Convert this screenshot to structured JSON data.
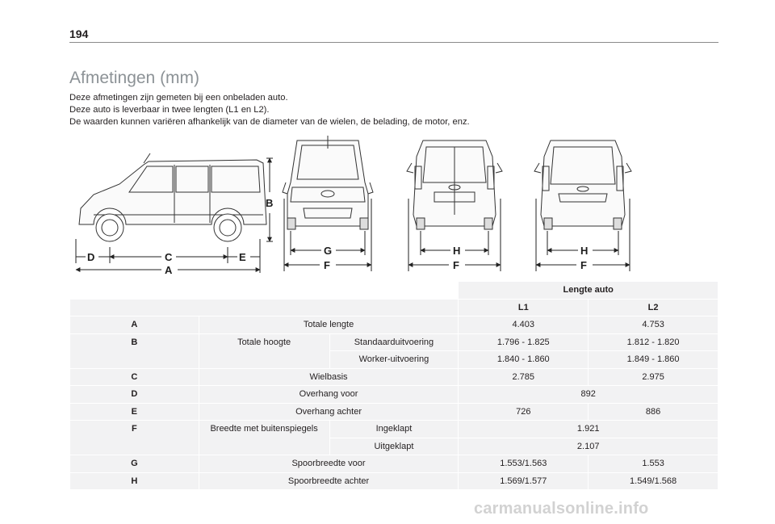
{
  "page": {
    "number": "194"
  },
  "title": "Afmetingen (mm)",
  "intro": [
    "Deze afmetingen zijn gemeten bij een onbeladen auto.",
    "Deze auto is leverbaar in twee lengten (L1 en L2).",
    "De waarden kunnen variëren afhankelijk van de diameter van de wielen, de belading, de motor, enz."
  ],
  "figure_labels": {
    "side": {
      "A": "A",
      "B": "B",
      "C": "C",
      "D": "D",
      "E": "E"
    },
    "front": {
      "G": "G",
      "F": "F"
    },
    "rear1": {
      "H": "H",
      "F": "F"
    },
    "rear2": {
      "H": "H",
      "F": "F"
    }
  },
  "table": {
    "header": "Lengte auto",
    "col_l1": "L1",
    "col_l2": "L2",
    "rows": {
      "A": {
        "code": "A",
        "label": "Totale lengte",
        "l1": "4.403",
        "l2": "4.753"
      },
      "B": {
        "code": "B",
        "label": "Totale hoogte",
        "sub1": "Standaarduitvoering",
        "l1a": "1.796 - 1.825",
        "l2a": "1.812 - 1.820",
        "sub2": "Worker-uitvoering",
        "l1b": "1.840 - 1.860",
        "l2b": "1.849 - 1.860"
      },
      "C": {
        "code": "C",
        "label": "Wielbasis",
        "l1": "2.785",
        "l2": "2.975"
      },
      "D": {
        "code": "D",
        "label": "Overhang voor",
        "both": "892"
      },
      "E": {
        "code": "E",
        "label": "Overhang achter",
        "l1": "726",
        "l2": "886"
      },
      "F": {
        "code": "F",
        "label": "Breedte met buitenspiegels",
        "sub1": "Ingeklapt",
        "both1": "1.921",
        "sub2": "Uitgeklapt",
        "both2": "2.107"
      },
      "G": {
        "code": "G",
        "label": "Spoorbreedte voor",
        "l1": "1.553/1.563",
        "l2": "1.553"
      },
      "H": {
        "code": "H",
        "label": "Spoorbreedte achter",
        "l1": "1.569/1.577",
        "l2": "1.549/1.568"
      }
    }
  },
  "footer": "carmanualsonline.info"
}
